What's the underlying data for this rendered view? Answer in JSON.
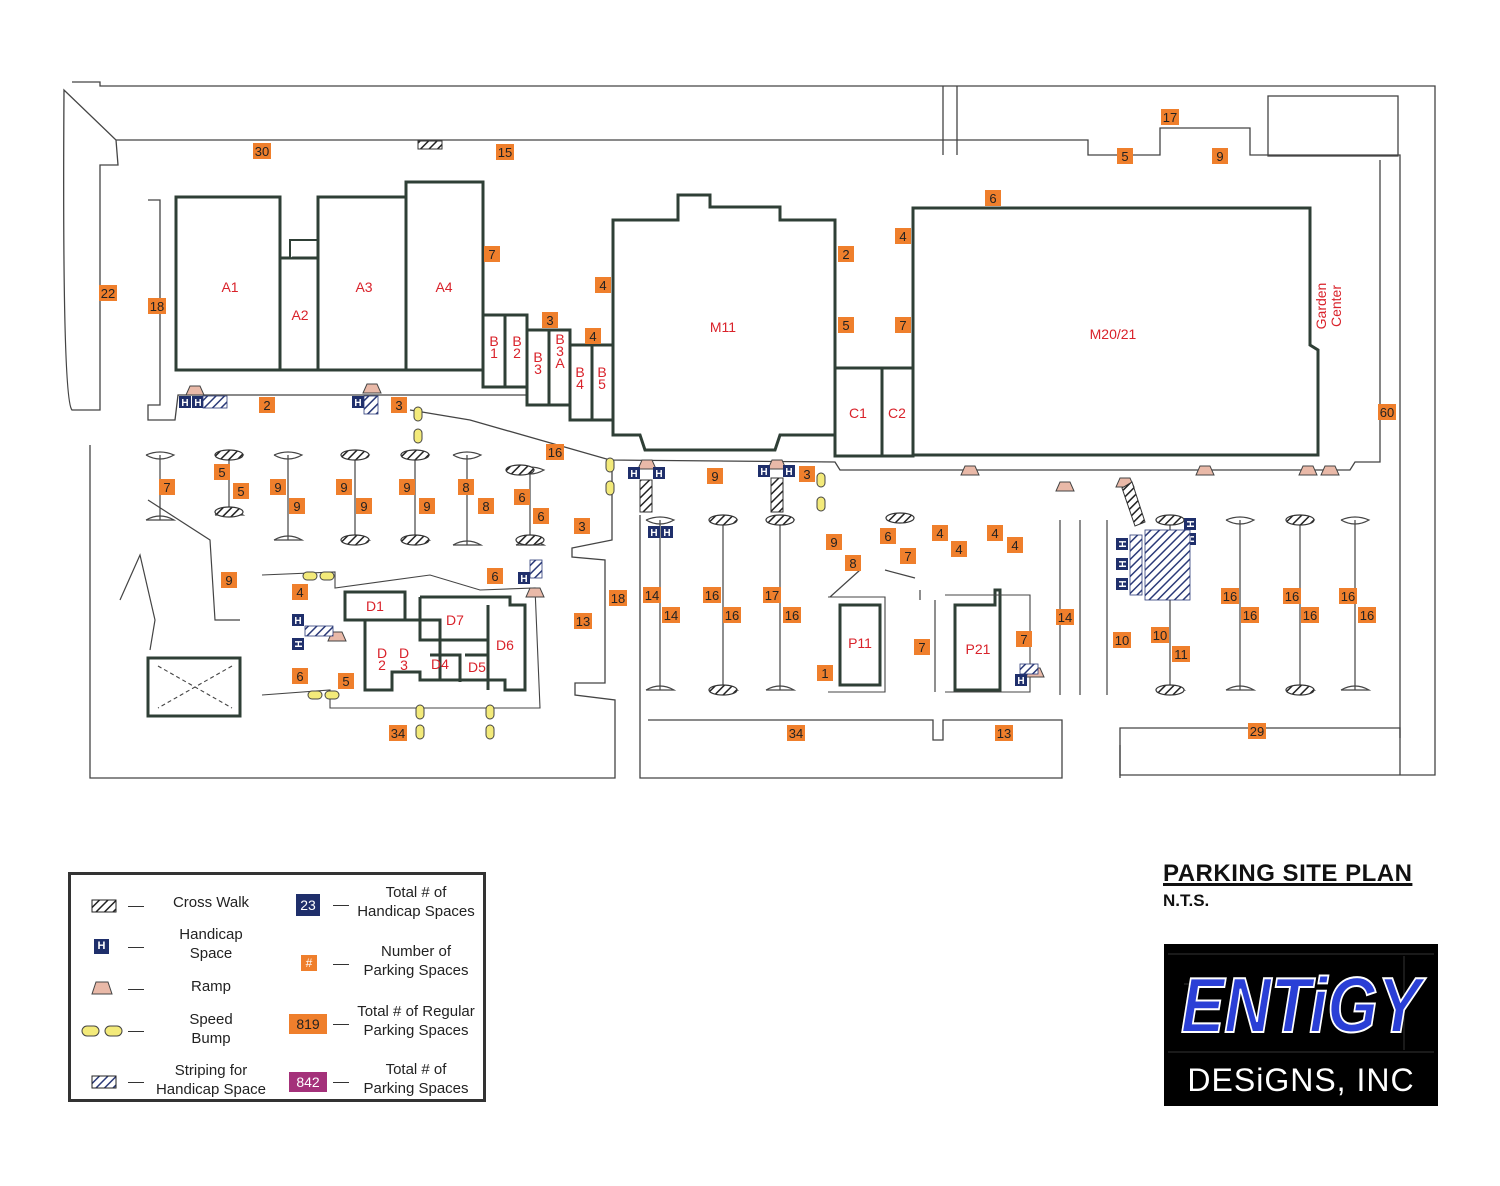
{
  "title": "PARKING SITE PLAN",
  "subtitle": "N.T.S.",
  "logo": {
    "word": "ENTiGY",
    "sub": "DESiGNS, INC"
  },
  "colors": {
    "lot": "#ef7f2c",
    "handicap": "#1f2f6b",
    "building_outline": "#2f3f36",
    "label": "#d9222a",
    "total": "#a4317a"
  },
  "buildings": [
    {
      "id": "A1",
      "label": "A1"
    },
    {
      "id": "A2",
      "label": "A2"
    },
    {
      "id": "A3",
      "label": "A3"
    },
    {
      "id": "A4",
      "label": "A4"
    },
    {
      "id": "B1",
      "label": "B 1"
    },
    {
      "id": "B2",
      "label": "B 2"
    },
    {
      "id": "B3",
      "label": "B 3"
    },
    {
      "id": "B3A",
      "label": "B 3 A"
    },
    {
      "id": "B4",
      "label": "B 4"
    },
    {
      "id": "B5",
      "label": "B 5"
    },
    {
      "id": "M11",
      "label": "M11"
    },
    {
      "id": "C1",
      "label": "C1"
    },
    {
      "id": "C2",
      "label": "C2"
    },
    {
      "id": "M20",
      "label": "M20/21"
    },
    {
      "id": "GC",
      "label": "Garden Center"
    },
    {
      "id": "D1",
      "label": "D1"
    },
    {
      "id": "D2",
      "label": "D 2"
    },
    {
      "id": "D3",
      "label": "D 3"
    },
    {
      "id": "D4",
      "label": "D4"
    },
    {
      "id": "D5",
      "label": "D5"
    },
    {
      "id": "D6",
      "label": "D6"
    },
    {
      "id": "D7",
      "label": "D7"
    },
    {
      "id": "P11",
      "label": "P11"
    },
    {
      "id": "P21",
      "label": "P21"
    }
  ],
  "lot_numbers": [
    "30",
    "15",
    "17",
    "5",
    "9",
    "6",
    "22",
    "18",
    "7",
    "4",
    "3",
    "4",
    "2",
    "5",
    "7",
    "4",
    "60",
    "2",
    "3",
    "16",
    "9",
    "3",
    "7",
    "5",
    "5",
    "9",
    "9",
    "9",
    "9",
    "9",
    "9",
    "8",
    "8",
    "6",
    "6",
    "3",
    "9",
    "6",
    "4",
    "5",
    "6",
    "18",
    "13",
    "14",
    "14",
    "16",
    "16",
    "17",
    "16",
    "9",
    "8",
    "6",
    "7",
    "4",
    "4",
    "4",
    "4",
    "1",
    "7",
    "7",
    "14",
    "10",
    "10",
    "11",
    "16",
    "16",
    "16",
    "16",
    "16",
    "16",
    "34",
    "34",
    "13",
    "29"
  ],
  "handicap_symbol": "H",
  "legend": {
    "cross_walk": "Cross Walk",
    "handicap_space": [
      "Handicap",
      "Space"
    ],
    "ramp": "Ramp",
    "speed_bump": [
      "Speed",
      "Bump"
    ],
    "striping": [
      "Striping for",
      "Handicap Space"
    ],
    "total_handicap_value": "23",
    "total_handicap_label": [
      "Total # of",
      "Handicap Spaces"
    ],
    "number_symbol": "#",
    "number_label": [
      "Number of",
      "Parking Spaces"
    ],
    "total_regular_value": "819",
    "total_regular_label": [
      "Total # of Regular",
      "Parking  Spaces"
    ],
    "total_all_value": "842",
    "total_all_label": [
      "Total # of",
      "Parking  Spaces"
    ]
  }
}
